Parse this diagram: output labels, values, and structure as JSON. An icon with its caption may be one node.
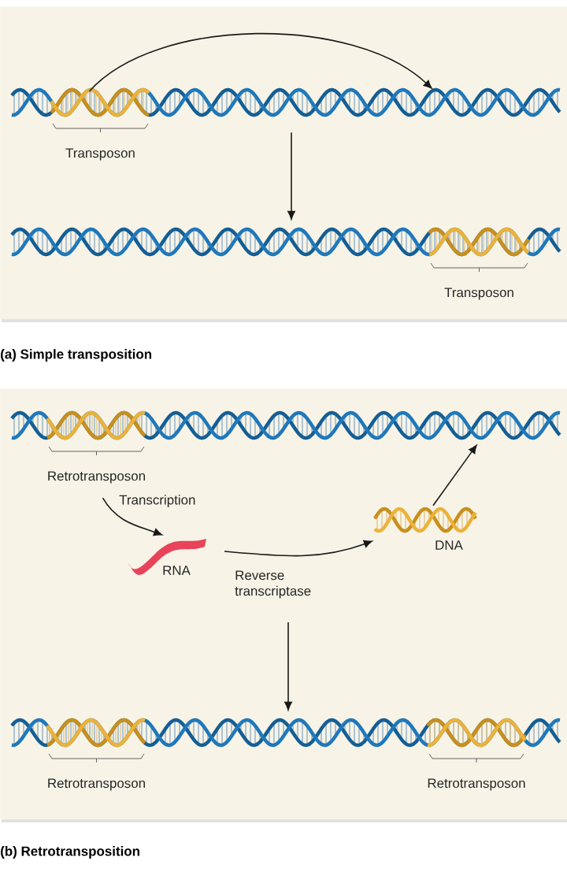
{
  "diagram": {
    "nodes": [
      {
        "text": [
          "(a) Simple transposition"
        ]
      },
      {
        "text": [],
        "shape": "picture",
        "in": 0
      },
      {
        "text": [],
        "shape": "picture",
        "in": 1,
        "beside": [
          "Transposon"
        ]
      },
      {
        "text": [],
        "shape": "picture",
        "in": 0
      },
      {
        "text": [],
        "shape": "picture",
        "in": 3,
        "beside": [
          "Transposon"
        ]
      },
      {
        "text": [
          "(b) Retrotransposition"
        ]
      },
      {
        "text": [],
        "shape": "picture",
        "in": 5
      },
      {
        "text": [],
        "shape": "picture",
        "in": 6,
        "beside": [
          "Retrotransposon"
        ]
      },
      {
        "text": [],
        "shape": "picture",
        "in": 5,
        "beside": [
          "RNA"
        ]
      },
      {
        "text": [],
        "shape": "picture",
        "in": 5,
        "beside": [
          "DNA"
        ]
      },
      {
        "text": [],
        "shape": "picture",
        "in": 5
      },
      {
        "text": [],
        "shape": "picture",
        "in": 10,
        "beside": [
          "Retrotransposon"
        ]
      },
      {
        "text": [],
        "shape": "picture",
        "in": 10,
        "beside": [
          "Retrotransposon"
        ]
      }
    ],
    "edges": [
      {
        "from": 2,
        "to": 1,
        "arrow": "to"
      },
      {
        "from": 1,
        "to": 3,
        "arrow": "to"
      },
      {
        "from": 7,
        "to": 8,
        "arrow": "to",
        "label": "Transcription"
      },
      {
        "from": 8,
        "to": 9,
        "arrow": "to",
        "label": "Reverse transcriptase"
      },
      {
        "from": 9,
        "to": 6,
        "arrow": "to"
      },
      {
        "from": null,
        "to": 10,
        "arrow": "to"
      }
    ]
  }
}
